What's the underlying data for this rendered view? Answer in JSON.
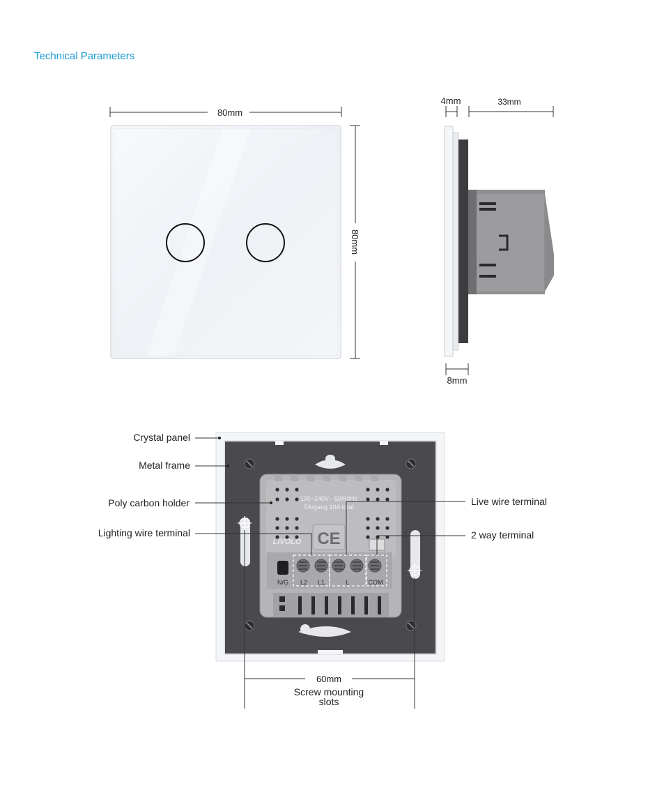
{
  "title": "Technical Parameters",
  "dims": {
    "front_width": "80mm",
    "front_height": "80mm",
    "side_frame": "4mm",
    "side_depth": "33mm",
    "side_panel": "8mm"
  },
  "labels": {
    "crystal_panel": "Crystal panel",
    "metal_frame": "Metal frame",
    "poly_carbon_holder": "Poly carbon holder",
    "lighting_wire_terminal": "Lighting wire terminal",
    "live_wire_terminal": "Live wire terminal",
    "two_way_terminal": "2 way terminal",
    "screw_spacing": "60mm",
    "screw_slots_line1": "Screw mounting",
    "screw_slots_line2": "slots"
  },
  "module": {
    "rating_line1": "100~240V~  50/60Hz",
    "rating_line2": "5A/gang  10A total",
    "brand": "LIVOLO",
    "mark": "CE",
    "terminals": [
      "N/G",
      "L2",
      "L1",
      "L",
      "COM"
    ]
  },
  "colors": {
    "accent": "#1e9ad6",
    "frame": "#4a4a4e",
    "holder": "#b5b5b8"
  }
}
